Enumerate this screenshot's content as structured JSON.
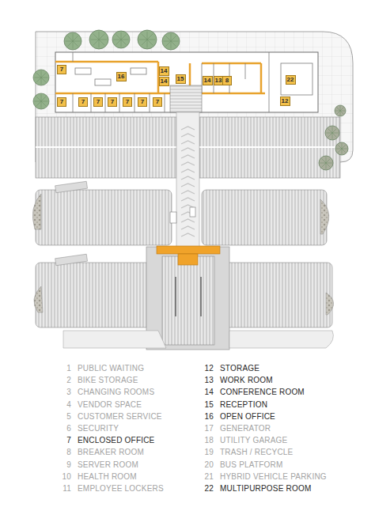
{
  "diagram": {
    "nodes": [
      {
        "text": [
          "7"
        ]
      },
      {
        "text": [
          "16"
        ]
      },
      {
        "text": [
          "14"
        ]
      },
      {
        "text": [
          "14"
        ]
      },
      {
        "text": [
          "15"
        ]
      },
      {
        "text": [
          "14"
        ]
      },
      {
        "text": [
          "13"
        ]
      },
      {
        "text": [
          "8"
        ]
      },
      {
        "text": [
          "22"
        ]
      },
      {
        "text": [
          "7"
        ]
      },
      {
        "text": [
          "7"
        ]
      },
      {
        "text": [
          "7"
        ]
      },
      {
        "text": [
          "7"
        ]
      },
      {
        "text": [
          "7"
        ]
      },
      {
        "text": [
          "7"
        ]
      },
      {
        "text": [
          "7"
        ]
      },
      {
        "text": [
          "12"
        ]
      }
    ],
    "labels": [
      "1",
      "PUBLIC WAITING",
      "2",
      "BIKE STORAGE",
      "3",
      "CHANGING ROOMS",
      "4",
      "VENDOR SPACE",
      "5",
      "CUSTOMER SERVICE",
      "6",
      "SECURITY",
      "7",
      "ENCLOSED OFFICE",
      "8",
      "BREAKER ROOM",
      "9",
      "SERVER ROOM",
      "10",
      "HEALTH ROOM",
      "11",
      "EMPLOYEE LOCKERS",
      "12",
      "STORAGE",
      "13",
      "WORK ROOM",
      "14",
      "CONFERENCE ROOM",
      "15",
      "RECEPTION",
      "16",
      "OPEN OFFICE",
      "17",
      "GENERATOR",
      "18",
      "UTILITY GARAGE",
      "19",
      "TRASH / RECYCLE",
      "20",
      "BUS PLATFORM",
      "21",
      "HYBRID VEHICLE PARKING",
      "22",
      "MULTIPURPOSE ROOM"
    ]
  }
}
